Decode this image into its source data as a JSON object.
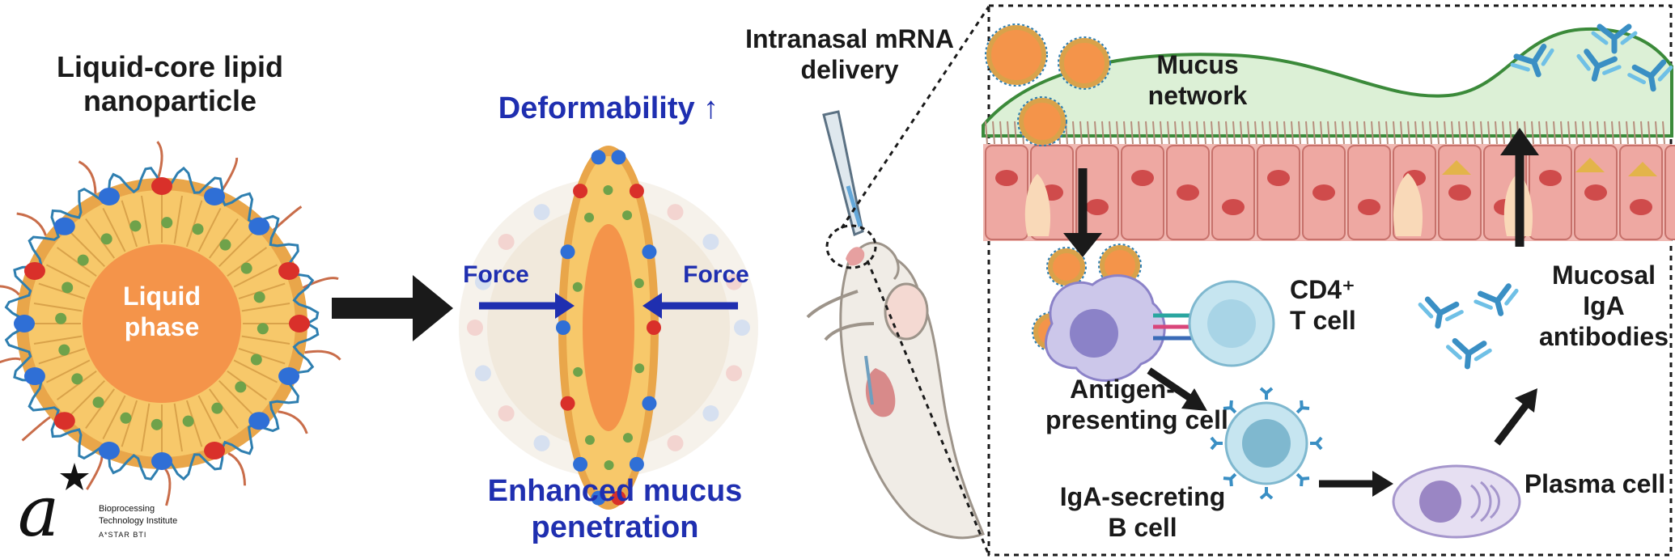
{
  "lnp": {
    "title_line1": "Liquid-core lipid",
    "title_line2": "nanoparticle",
    "core_line1": "Liquid",
    "core_line2": "phase"
  },
  "deform": {
    "top_label": "Deformability ↑",
    "force_left": "Force",
    "force_right": "Force",
    "bottom_line1": "Enhanced mucus",
    "bottom_line2": "penetration"
  },
  "delivery": {
    "line1": "Intranasal mRNA",
    "line2": "delivery"
  },
  "mucosa": {
    "mucus_line1": "Mucus",
    "mucus_line2": "network",
    "cd4_line1": "CD4⁺",
    "cd4_line2": "T cell",
    "apc_line1": "Antigen-",
    "apc_line2": "presenting cell",
    "bcell_line1": "IgA-secreting",
    "bcell_line2": "B cell",
    "plasma": "Plasma cell",
    "iga_line1": "Mucosal",
    "iga_line2": "IgA",
    "iga_line3": "antibodies"
  },
  "logo": {
    "line1": "Bioprocessing",
    "line2": "Technology Institute",
    "line3": "A*STAR BTI"
  },
  "colors": {
    "core": "#f4944a",
    "shell": "#f7c86a",
    "blue_text": "#1f2fb0",
    "mucus": "#dcf0d6",
    "epithelium": "#e8a7a2"
  }
}
